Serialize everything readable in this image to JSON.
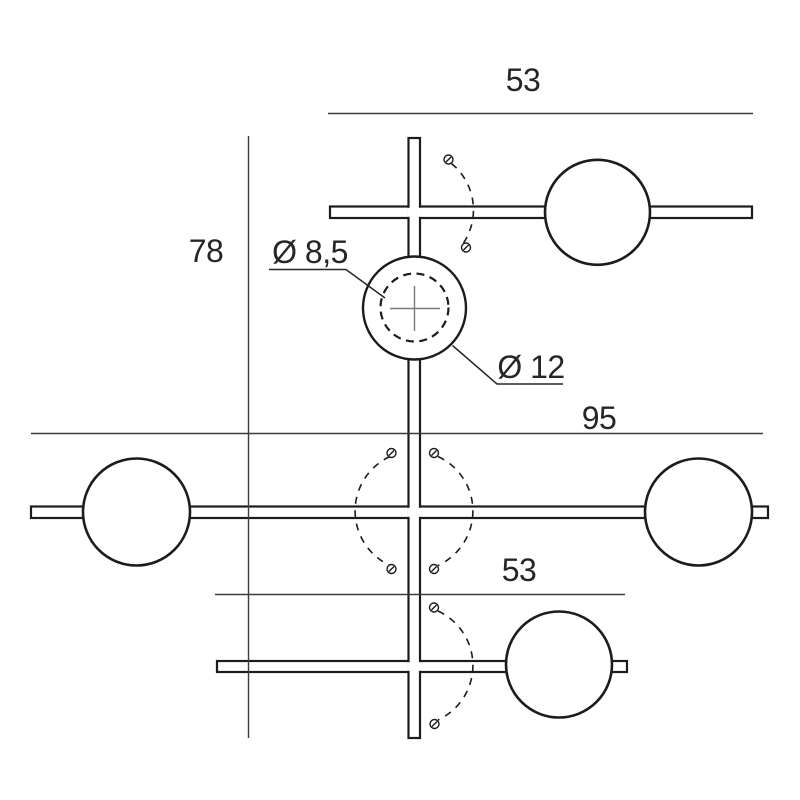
{
  "drawing": {
    "labels": {
      "dim_top_width": "53",
      "dim_height": "78",
      "dim_total_width": "95",
      "dim_bottom_width": "53",
      "dia_hole": "Ø 8,5",
      "dia_mount": "Ø 12"
    },
    "colors": {
      "background": "#ffffff",
      "outline": "#1c1c1c",
      "dimension_line": "#3c3c3c",
      "crosshair": "#7a7a7a"
    }
  }
}
